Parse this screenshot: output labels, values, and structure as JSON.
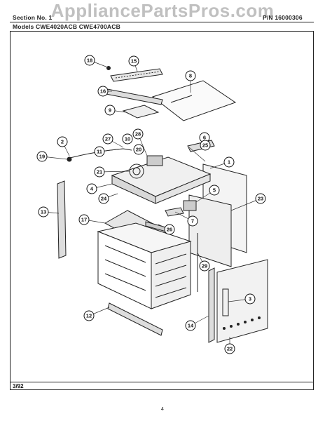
{
  "watermark": "AppliancePartsPros.com",
  "header": {
    "section": "Section  No. 1",
    "part_no": "P/N 16000306",
    "models": "Models  CWE4020ACB   CWE4700ACB"
  },
  "footer": {
    "date": "3/92",
    "page": "4"
  },
  "callouts": [
    "1",
    "2",
    "3",
    "4",
    "5",
    "6",
    "7",
    "8",
    "9",
    "10",
    "11",
    "12",
    "13",
    "14",
    "15",
    "16",
    "17",
    "18",
    "19",
    "20",
    "21",
    "22",
    "23",
    "24",
    "25",
    "26",
    "27",
    "28",
    "29"
  ]
}
